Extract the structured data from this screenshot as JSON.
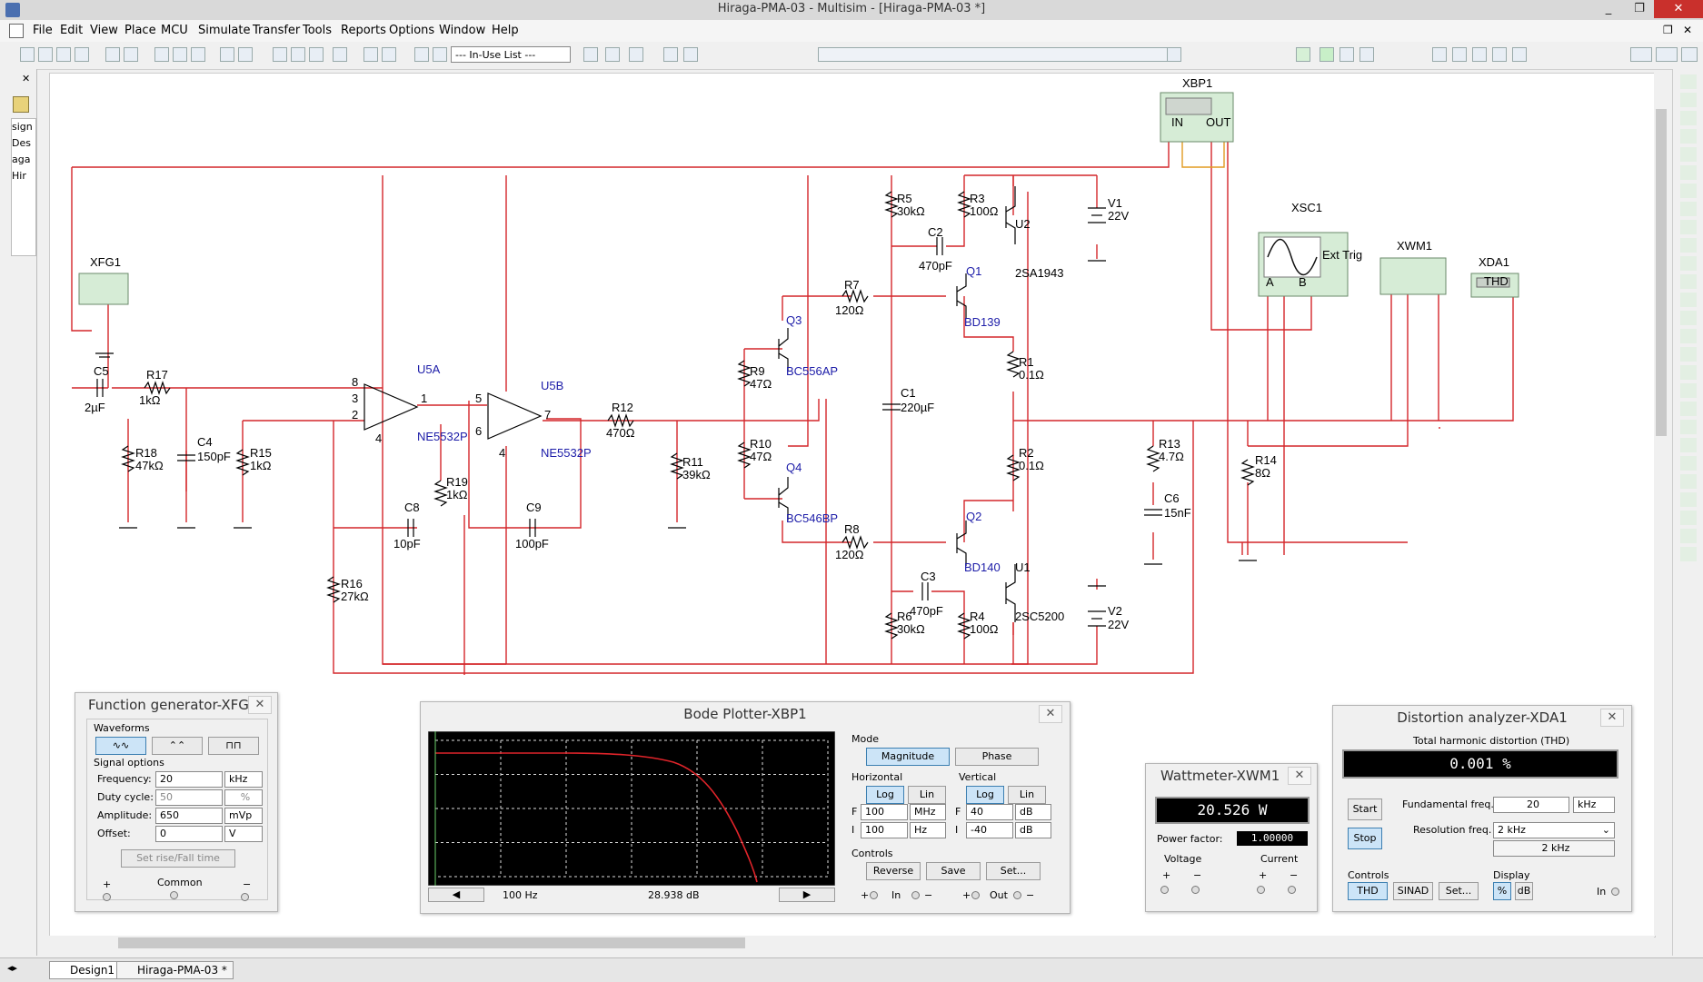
{
  "window": {
    "title": "Hiraga-PMA-03 - Multisim - [Hiraga-PMA-03 *]",
    "minimize": "_",
    "restore": "❐",
    "close": "✕",
    "doc_restore": "❐",
    "doc_close": "✕"
  },
  "menu": [
    "File",
    "Edit",
    "View",
    "Place",
    "MCU",
    "Simulate",
    "Transfer",
    "Tools",
    "Reports",
    "Options",
    "Window",
    "Help"
  ],
  "toolbar": {
    "inuse_list": "--- In-Use List ---"
  },
  "left_panel": {
    "lines": [
      "sign",
      "Des",
      "aga",
      "Hir"
    ]
  },
  "tabs": [
    "Design1",
    "Hiraga-PMA-03 *"
  ],
  "schematic": {
    "labels": {
      "XBP1": "XBP1",
      "IN": "IN",
      "OUT": "OUT",
      "XSC1": "XSC1",
      "ExtTrig": "Ext Trig",
      "A": "A",
      "B": "B",
      "XWM1": "XWM1",
      "XDA1": "XDA1",
      "THD": "THD",
      "XFG1": "XFG1",
      "V1": "V1",
      "V1v": "22V",
      "V2": "V2",
      "V2v": "22V",
      "R5": "R5",
      "R5v": "30kΩ",
      "R3": "R3",
      "R3v": "100Ω",
      "U2": "U2",
      "C2": "C2",
      "C2v": "470pF",
      "Q1": "Q1",
      "U2p": "2SA1943",
      "R7": "R7",
      "R7v": "120Ω",
      "Q3": "Q3",
      "BD139": "BD139",
      "R9": "R9",
      "R9v": "47Ω",
      "BC556AP": "BC556AP",
      "R1": "R1",
      "R1v": "0.1Ω",
      "C1": "C1",
      "C1v": "220µF",
      "U5A": "U5A",
      "U5B": "U5B",
      "R12": "R12",
      "R12v": "470Ω",
      "C5": "C5",
      "C5v": "2µF",
      "R17": "R17",
      "R17v": "1kΩ",
      "R18": "R18",
      "R18v": "47kΩ",
      "C4": "C4",
      "C4v": "150pF",
      "R15": "R15",
      "R15v": "1kΩ",
      "NE5532P_a": "NE5532P",
      "NE5532P_b": "NE5532P",
      "R11": "R11",
      "R11v": "39kΩ",
      "R10": "R10",
      "R10v": "47Ω",
      "R2": "R2",
      "R2v": "0.1Ω",
      "R13": "R13",
      "R13v": "4.7Ω",
      "R14": "R14",
      "R14v": "8Ω",
      "R19": "R19",
      "R19v": "1kΩ",
      "Q4": "Q4",
      "C6": "C6",
      "C6v": "15nF",
      "C8": "C8",
      "C8v": "10pF",
      "C9": "C9",
      "C9v": "100pF",
      "BC546BP": "BC546BP",
      "Q2": "Q2",
      "R8": "R8",
      "R8v": "120Ω",
      "BD140": "BD140",
      "U1": "U1",
      "R16": "R16",
      "R16v": "27kΩ",
      "C3": "C3",
      "C3v": "470pF",
      "R6": "R6",
      "R6v": "30kΩ",
      "R4": "R4",
      "R4v": "100Ω",
      "U1p": "2SC5200",
      "p8": "8",
      "p2": "2",
      "p3": "3",
      "p1": "1",
      "p5": "5",
      "p6": "6",
      "p7": "7",
      "p4a": "4",
      "p4b": "4"
    }
  },
  "fg": {
    "title": "Function generator-XFG1",
    "close": "✕",
    "waveforms": "Waveforms",
    "signal_options": "Signal options",
    "rows": [
      {
        "label": "Frequency:",
        "value": "20",
        "unit": "kHz"
      },
      {
        "label": "Duty cycle:",
        "value": "50",
        "unit": "%"
      },
      {
        "label": "Amplitude:",
        "value": "650",
        "unit": "mVp"
      },
      {
        "label": "Offset:",
        "value": "0",
        "unit": "V"
      }
    ],
    "set_rise": "Set rise/Fall time",
    "plus": "+",
    "common": "Common",
    "minus": "−"
  },
  "bode": {
    "title": "Bode Plotter-XBP1",
    "close": "✕",
    "mode": "Mode",
    "magnitude": "Magnitude",
    "phase": "Phase",
    "horizontal": "Horizontal",
    "vertical": "Vertical",
    "log": "Log",
    "lin": "Lin",
    "hF": "F",
    "hF_val": "100",
    "hF_unit": "MHz",
    "hI": "I",
    "hI_val": "100",
    "hI_unit": "Hz",
    "vF": "F",
    "vF_val": "40",
    "vF_unit": "dB",
    "vI": "I",
    "vI_val": "-40",
    "vI_unit": "dB",
    "controls": "Controls",
    "reverse": "Reverse",
    "save": "Save",
    "set": "Set...",
    "readout_x": "100  Hz",
    "readout_y": "28.938 dB",
    "in": "In",
    "out": "Out",
    "plus": "+",
    "minus": "−"
  },
  "watt": {
    "title": "Wattmeter-XWM1",
    "close": "✕",
    "power": "20.526 W",
    "pf_label": "Power factor:",
    "pf": "1.00000",
    "voltage": "Voltage",
    "current": "Current",
    "plus": "+",
    "minus": "−"
  },
  "dist": {
    "title": "Distortion analyzer-XDA1",
    "close": "✕",
    "thd_label": "Total harmonic distortion (THD)",
    "thd": "0.001 %",
    "start": "Start",
    "stop": "Stop",
    "fund": "Fundamental freq.",
    "fund_val": "20",
    "fund_unit": "kHz",
    "res": "Resolution freq.",
    "res_val": "2 kHz",
    "res_sub": "2 kHz",
    "controls": "Controls",
    "display": "Display",
    "thd_btn": "THD",
    "sinad": "SINAD",
    "set": "Set...",
    "pct": "%",
    "db": "dB",
    "in": "In"
  }
}
